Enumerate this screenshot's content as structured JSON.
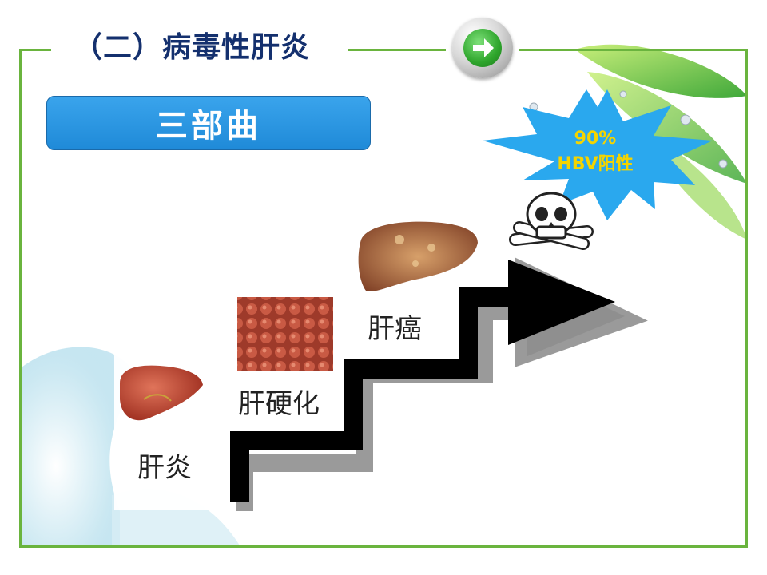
{
  "slide": {
    "title": "（二）病毒性肝炎",
    "section_label": "三部曲"
  },
  "stages": [
    {
      "label": "肝炎"
    },
    {
      "label": "肝硬化"
    },
    {
      "label": "肝癌"
    }
  ],
  "callout": {
    "line1": "90%",
    "line2": "HBV阳性"
  },
  "icons": {
    "nav": "arrow-right-icon",
    "danger": "skull-crossbones-icon"
  },
  "colors": {
    "frame": "#6ab43e",
    "title": "#14306e",
    "section_bar": "#2a95e0",
    "star": "#2aa8ee",
    "star_text": "#f4d400",
    "staircase": "#000000"
  }
}
